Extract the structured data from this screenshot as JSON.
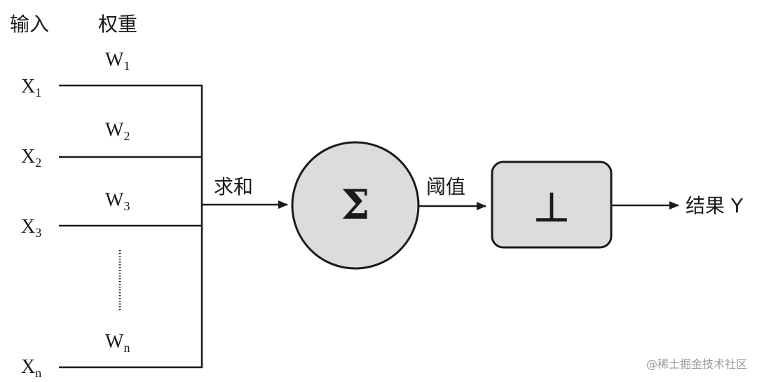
{
  "header": {
    "input_label": "输入",
    "weight_label": "权重"
  },
  "inputs": [
    {
      "base": "X",
      "sub": "1"
    },
    {
      "base": "X",
      "sub": "2"
    },
    {
      "base": "X",
      "sub": "3"
    },
    {
      "base": "X",
      "sub": "n"
    }
  ],
  "weights": [
    {
      "base": "W",
      "sub": "1"
    },
    {
      "base": "W",
      "sub": "2"
    },
    {
      "base": "W",
      "sub": "3"
    },
    {
      "base": "W",
      "sub": "n"
    }
  ],
  "edges": {
    "sum_label": "求和",
    "threshold_label": "阈值"
  },
  "nodes": {
    "sum_symbol": "Σ",
    "threshold_symbol": "⊥"
  },
  "output": {
    "label": "结果 Y"
  },
  "watermark": "@稀土掘金技术社区",
  "colors": {
    "node_fill": "#dcdcdc",
    "stroke": "#1a1a1a"
  }
}
